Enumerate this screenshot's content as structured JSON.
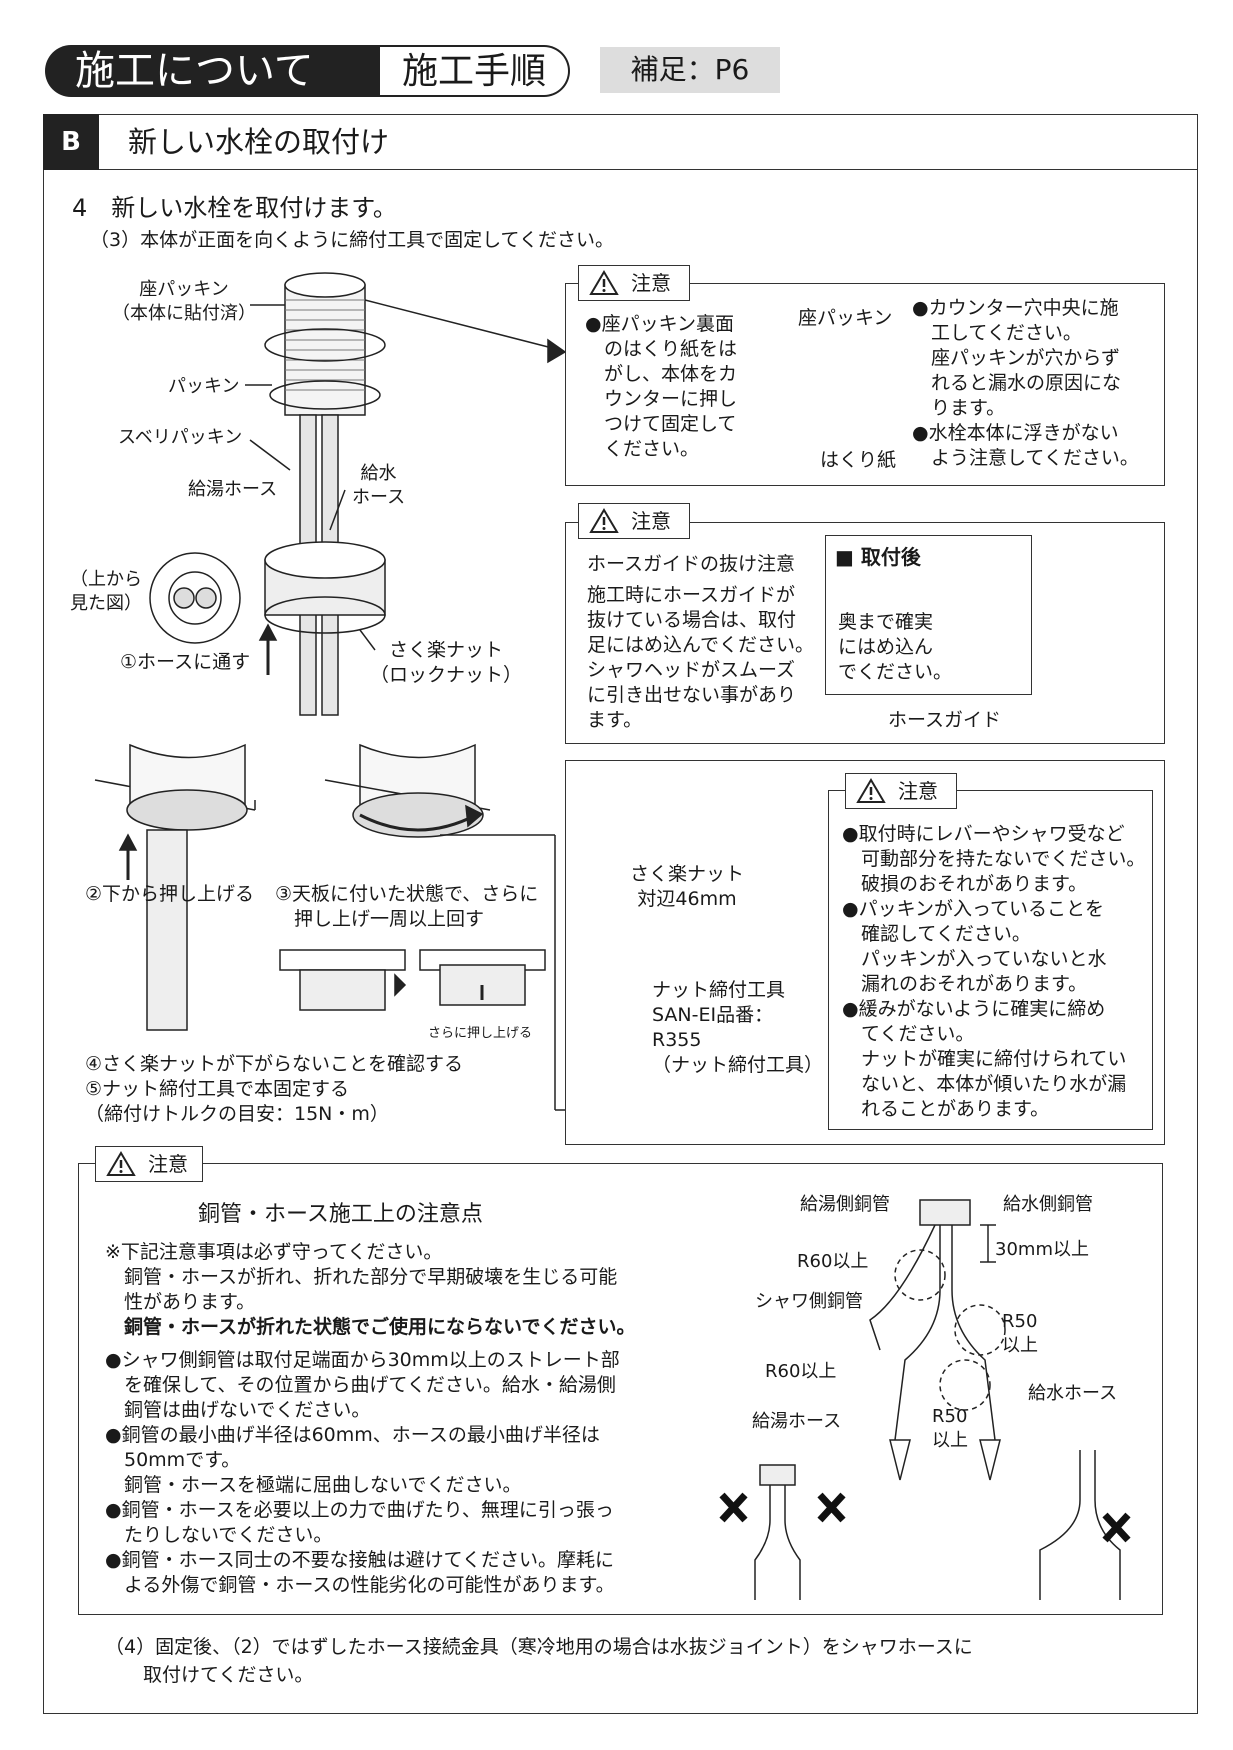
{
  "header": {
    "main": "施工について",
    "sub": "施工手順",
    "ref": "補足：P6"
  },
  "section": {
    "letter": "B",
    "title": "新しい水栓の取付け"
  },
  "step": {
    "title": "4　新しい水栓を取付けます。",
    "sub": "（3）本体が正面を向くように締付工具で固定してください。"
  },
  "diagram_labels": {
    "za_packing": "座パッキン\n（本体に貼付済）",
    "packing": "パッキン",
    "suberi": "スベリパッキン",
    "kyuto_hose": "給湯ホース",
    "kyusui_hose": "給水\nホース",
    "from_top": "（上から\n見た図）",
    "step1": "①ホースに通す",
    "sakuraku_nut": "さく楽ナット\n（ロックナット）",
    "step2": "②下から押し上げる",
    "step3": "③天板に付いた状態で、さらに\n　押し上げ一周以上回す",
    "sara_ni": "さらに押し上げる",
    "step45": "④さく楽ナットが下がらないことを確認する\n⑤ナット締付工具で本固定する\n（締付けトルクの目安：15N・m）"
  },
  "caution1": {
    "label": "注意",
    "left": "●座パッキン裏面\n　のはくり紙をは\n　がし、本体をカ\n　ウンターに押し\n　つけて固定して\n　ください。",
    "za": "座パッキン",
    "hakuri": "はくり紙",
    "right": "●カウンター穴中央に施\n　工してください。\n　座パッキンが穴からず\n　れると漏水の原因にな\n　ります。\n●水栓本体に浮きがない\n　よう注意してください。"
  },
  "caution2": {
    "label": "注意",
    "title": "ホースガイドの抜け注意",
    "body": "施工時にホースガイドが\n抜けている場合は、取付\n足にはめ込んでください。\nシャワヘッドがスムーズ\nに引き出せない事があり\nます。",
    "after_title": "■ 取付後",
    "after_body": "奥まで確実\nにはめ込ん\nでください。",
    "hose_guide": "ホースガイド"
  },
  "tool_box": {
    "nut": "さく楽ナット\n対辺46mm",
    "tool": "ナット締付工具\nSAN-EI品番：\nR355\n（ナット締付工具）",
    "caution_label": "注意",
    "caution_body": "●取付時にレバーやシャワ受など\n　可動部分を持たないでください。\n　破損のおそれがあります。\n●パッキンが入っていることを\n　確認してください。\n　パッキンが入っていないと水\n　漏れのおそれがあります。\n●緩みがないように確実に締め\n　てください。\n　ナットが確実に締付けられてい\n　ないと、本体が傾いたり水が漏\n　れることがあります。"
  },
  "caution3": {
    "label": "注意",
    "title": "銅管・ホース施工上の注意点",
    "intro": "※下記注意事項は必ず守ってください。\n　銅管・ホースが折れ、折れた部分で早期破壊を生じる可能\n　性があります。",
    "bold": "　銅管・ホースが折れた状態でご使用にならないでください。",
    "bullets": "●シャワ側銅管は取付足端面から30mm以上のストレート部\n　を確保して、その位置から曲げてください。給水・給湯側\n　銅管は曲げないでください。\n●銅管の最小曲げ半径は60mm、ホースの最小曲げ半径は\n　50mmです。\n　銅管・ホースを極端に屈曲しないでください。\n●銅管・ホースを必要以上の力で曲げたり、無理に引っ張っ\n　たりしないでください。\n●銅管・ホース同士の不要な接触は避けてください。摩耗に\n　よる外傷で銅管・ホースの性能劣化の可能性があります。",
    "d_kyuto_pipe": "給湯側銅管",
    "d_kyusui_pipe": "給水側銅管",
    "d_30mm": "30mm以上",
    "d_r60a": "R60以上",
    "d_shower_pipe": "シャワ側銅管",
    "d_r50a": "R50\n以上",
    "d_r60b": "R60以上",
    "d_kyusui_hose": "給水ホース",
    "d_kyuto_hose": "給湯ホース",
    "d_r50b": "R50\n以上"
  },
  "footer": "（4）固定後、（2）ではずしたホース接続金具（寒冷地用の場合は水抜ジョイント）をシャワホースに\n　　取付けてください。"
}
